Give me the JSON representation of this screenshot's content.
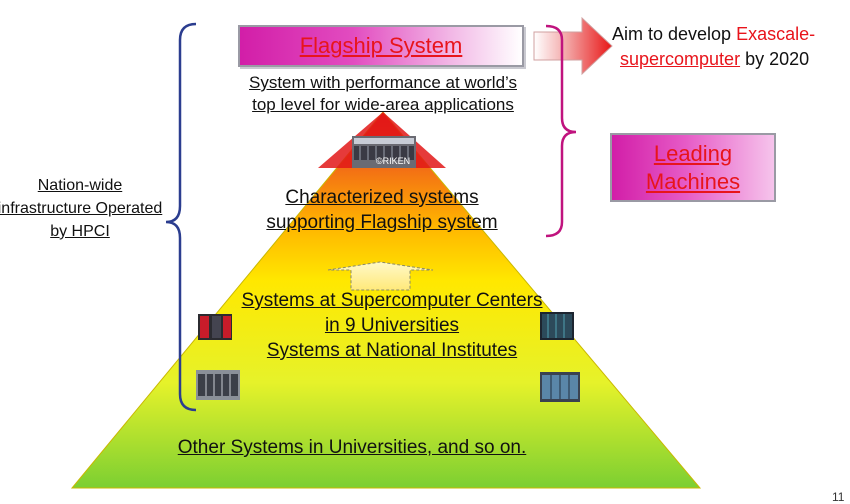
{
  "flagship": {
    "label": "Flagship System"
  },
  "flagship_desc": {
    "line1": "System with performance at world’s",
    "line2": "top level for wide-area applications"
  },
  "aim": {
    "prefix": "Aim to develop ",
    "highlight1": "Exascale-",
    "highlight2": "supercomputer",
    "suffix": " by 2020"
  },
  "leading": {
    "line1": "Leading",
    "line2": "Machines"
  },
  "left_label": {
    "line1": "Nation-wide",
    "line2": "infrastructure Operated",
    "line3": "by HPCI"
  },
  "riken_credit": "©RIKEN",
  "characterized": {
    "line1": "Characterized systems",
    "line2": "supporting Flagship system"
  },
  "centers": {
    "line1": "Systems at Supercomputer Centers",
    "line2": "in 9 Universities",
    "line3": "Systems at National Institutes"
  },
  "bottom": {
    "label": "Other Systems in Universities, and so on."
  },
  "page_number": "11",
  "colors": {
    "magenta": "#d21ea8",
    "bracket_navy": "#2b3d8f",
    "bracket_magenta": "#c0137e",
    "red_text": "#e8141b"
  },
  "icons": [
    "supercomputer-image-k",
    "server-rack-icon"
  ]
}
